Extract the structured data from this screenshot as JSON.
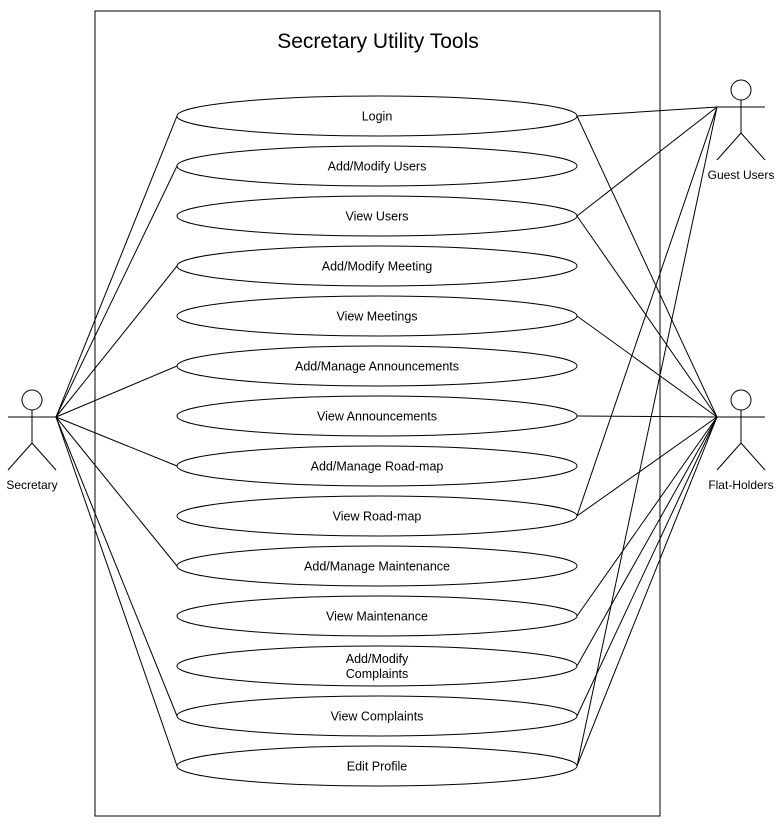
{
  "title": "Secretary Utility Tools",
  "use_cases": [
    {
      "id": "login",
      "label": "Login"
    },
    {
      "id": "add-modify-users",
      "label": "Add/Modify Users"
    },
    {
      "id": "view-users",
      "label": "View Users"
    },
    {
      "id": "add-modify-meeting",
      "label": "Add/Modify Meeting"
    },
    {
      "id": "view-meetings",
      "label": "View Meetings"
    },
    {
      "id": "add-manage-announcements",
      "label": "Add/Manage Announcements"
    },
    {
      "id": "view-announcements",
      "label": "View Announcements"
    },
    {
      "id": "add-manage-road-map",
      "label": "Add/Manage Road-map"
    },
    {
      "id": "view-road-map",
      "label": "View Road-map"
    },
    {
      "id": "add-manage-maintenance",
      "label": "Add/Manage Maintenance"
    },
    {
      "id": "view-maintenance",
      "label": "View Maintenance"
    },
    {
      "id": "add-modify-complaints",
      "label": "Add/Modify\nComplaints"
    },
    {
      "id": "view-complaints",
      "label": "View Complaints"
    },
    {
      "id": "edit-profile",
      "label": "Edit Profile"
    }
  ],
  "actors": [
    {
      "id": "secretary",
      "label": "Secretary"
    },
    {
      "id": "guest-users",
      "label": "Guest Users"
    },
    {
      "id": "flat-holders",
      "label": "Flat-Holders"
    }
  ],
  "associations": {
    "secretary": [
      "login",
      "add-modify-users",
      "add-modify-meeting",
      "add-manage-announcements",
      "add-manage-road-map",
      "add-manage-maintenance",
      "view-complaints",
      "edit-profile"
    ],
    "guest-users": [
      "login",
      "view-users",
      "view-road-map",
      "edit-profile"
    ],
    "flat-holders": [
      "login",
      "view-users",
      "view-meetings",
      "view-announcements",
      "view-road-map",
      "view-maintenance",
      "add-modify-complaints",
      "view-complaints",
      "edit-profile"
    ]
  }
}
